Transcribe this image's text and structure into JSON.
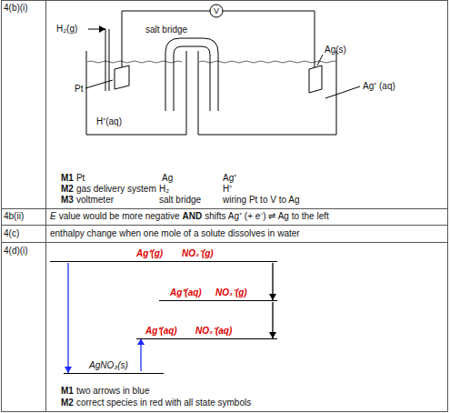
{
  "diagram": {
    "nodes": [
      {
        "text": [
          "V"
        ]
      },
      {
        "text": [
          "Ag⁺(g)",
          "NO₃⁻(g)"
        ]
      },
      {
        "text": [
          "Ag⁺(aq)",
          "NO₃⁻(g)"
        ]
      },
      {
        "text": [
          "Ag⁺(aq)",
          "NO₃⁻(aq)"
        ]
      },
      {
        "text": [
          "AgNO₃(s)"
        ]
      }
    ],
    "edges": [
      {
        "from": 1,
        "to": 4,
        "arrow": "to"
      },
      {
        "from": 1,
        "to": 2,
        "arrow": "to"
      },
      {
        "from": 2,
        "to": 3,
        "arrow": "to"
      },
      {
        "from": 4,
        "to": 3,
        "arrow": "to"
      }
    ],
    "labels": [
      "4(b)(i)",
      "H₂(g)",
      "salt bridge",
      "Ag(s)",
      "Pt",
      "Ag⁺ (aq)",
      "H⁺(aq)",
      "M1",
      "Pt",
      "Ag",
      "Ag⁺",
      "M2",
      "gas delivery system",
      "H₂",
      "H⁺",
      "M3",
      "voltmeter",
      "salt bridge",
      "wiring Pt to V to Ag",
      "4b(ii)",
      "E",
      "value would be more negative",
      "AND",
      "shifts Ag⁺ (+ e⁻) ⇌ Ag to the left",
      "4(c)",
      "enthalpy change when one mole of a solute dissolves in water",
      "4(d)(i)",
      "M1",
      "two arrows in blue",
      "M2",
      "correct species in red with all state symbols"
    ]
  }
}
